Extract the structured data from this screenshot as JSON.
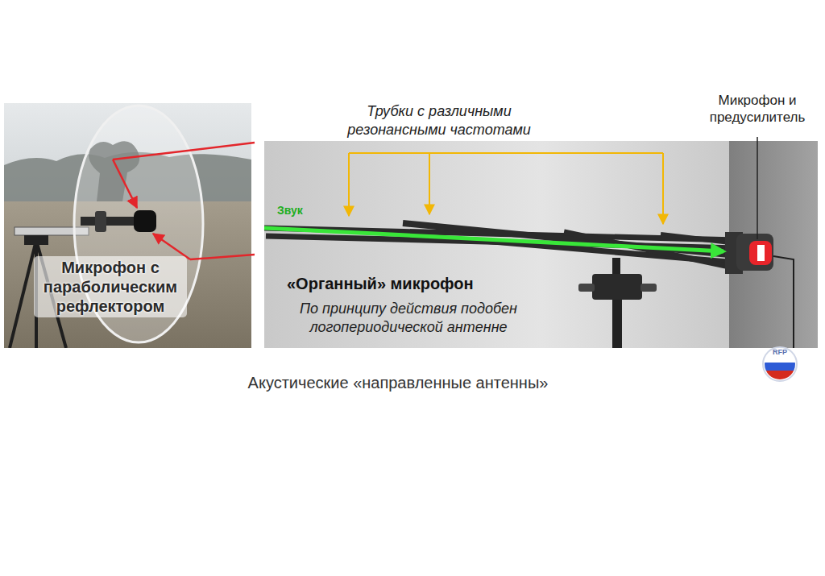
{
  "diagram": {
    "caption": "Акустические «направленные антенны»",
    "labels": [
      "Трубки с различными резонансными частотами",
      "Микрофон и предусилитель",
      "Звук",
      "Микрофон с параболическим рефлектором",
      "«Органный» микрофон",
      "По принципу действия подобен логопериодической антенне",
      "RFP"
    ]
  }
}
